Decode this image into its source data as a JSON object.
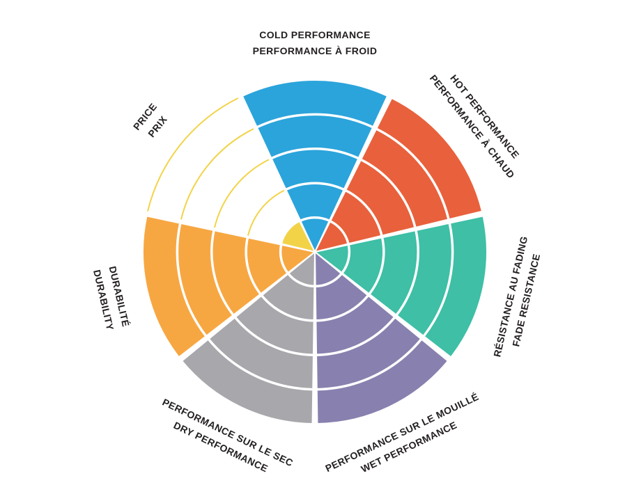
{
  "page": {
    "background": "#FFFFFF",
    "text_color": "#231F20"
  },
  "chart_data": {
    "type": "polar-sector-rating",
    "rings": 5,
    "max_value": 5,
    "direction": "clockwise",
    "first_sector_center_deg": 0,
    "sectors": [
      {
        "id": "cold-performance",
        "label_en": "COLD PERFORMANCE",
        "label_fr": "PERFORMANCE À FROID",
        "color": "#2BA4DB",
        "value": 5
      },
      {
        "id": "hot-performance",
        "label_en": "HOT PERFORMANCE",
        "label_fr": "PERFORMANCE À CHAUD",
        "color": "#E8613C",
        "value": 5
      },
      {
        "id": "fade-resistance",
        "label_en": "FADE RESISTANCE",
        "label_fr": "RÉSISTANCE AU FADING",
        "color": "#3EBFA6",
        "value": 5
      },
      {
        "id": "wet-performance",
        "label_en": "WET PERFORMANCE",
        "label_fr": "PERFORMANCE SUR LE MOUILLÉ",
        "color": "#8881AF",
        "value": 5
      },
      {
        "id": "dry-performance",
        "label_en": "DRY PERFORMANCE",
        "label_fr": "PERFORMANCE SUR LE SEC",
        "color": "#A8A7AC",
        "value": 5
      },
      {
        "id": "durability",
        "label_en": "DURABILITY",
        "label_fr": "DURABILITÉ",
        "color": "#F7A742",
        "value": 5
      },
      {
        "id": "price",
        "label_en": "PRICE",
        "label_fr": "PRIX",
        "color": "#F2D348",
        "value": 1
      }
    ]
  }
}
